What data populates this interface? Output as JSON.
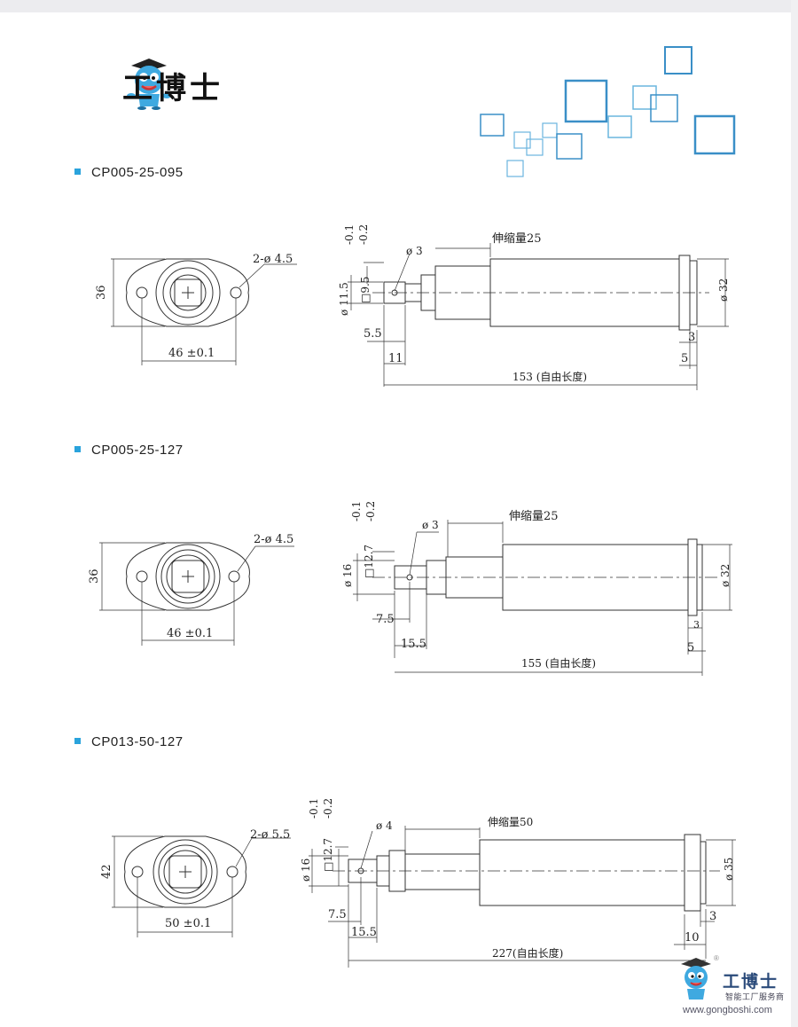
{
  "brand": {
    "name": "工博士",
    "watermark_name": "工博士",
    "watermark_tagline": "智能工厂服务商",
    "watermark_url": "www.gongboshi.com",
    "registered": "®"
  },
  "colors": {
    "accent": "#2aa3dc",
    "line": "#333333"
  },
  "sections": [
    {
      "title": "CP005-25-095",
      "front": {
        "height": "36",
        "hole": "2-ø 4.5",
        "pitch": "46 ±0.1"
      },
      "side": {
        "tolerance_top": "-0.1",
        "tolerance_bottom": "-0.2",
        "square": "□9.5",
        "pin": "ø 3",
        "stroke": "伸缩量25",
        "shaft": "ø 11.5",
        "body": "ø 32",
        "d1": "5.5",
        "d2": "11",
        "flange": "3",
        "end": "5",
        "length": "153 (自由长度)"
      }
    },
    {
      "title": "CP005-25-127",
      "front": {
        "height": "36",
        "hole": "2-ø 4.5",
        "pitch": "46 ±0.1"
      },
      "side": {
        "tolerance_top": "-0.1",
        "tolerance_bottom": "-0.2",
        "square": "□12.7",
        "pin": "ø 3",
        "stroke": "伸缩量25",
        "shaft": "ø 16",
        "body": "ø 32",
        "d1": "7.5",
        "d2": "15.5",
        "flange": "3",
        "end": "5",
        "length": "155 (自由长度)"
      }
    },
    {
      "title": "CP013-50-127",
      "front": {
        "height": "42",
        "hole": "2-ø 5.5",
        "pitch": "50 ±0.1"
      },
      "side": {
        "tolerance_top": "-0.1",
        "tolerance_bottom": "-0.2",
        "square": "□12.7",
        "pin": "ø 4",
        "stroke": "伸缩量50",
        "shaft": "ø 16",
        "body": "ø 35",
        "d1": "7.5",
        "d2": "15.5",
        "flange": "3",
        "end": "10",
        "length": "227(自由长度)"
      }
    }
  ]
}
